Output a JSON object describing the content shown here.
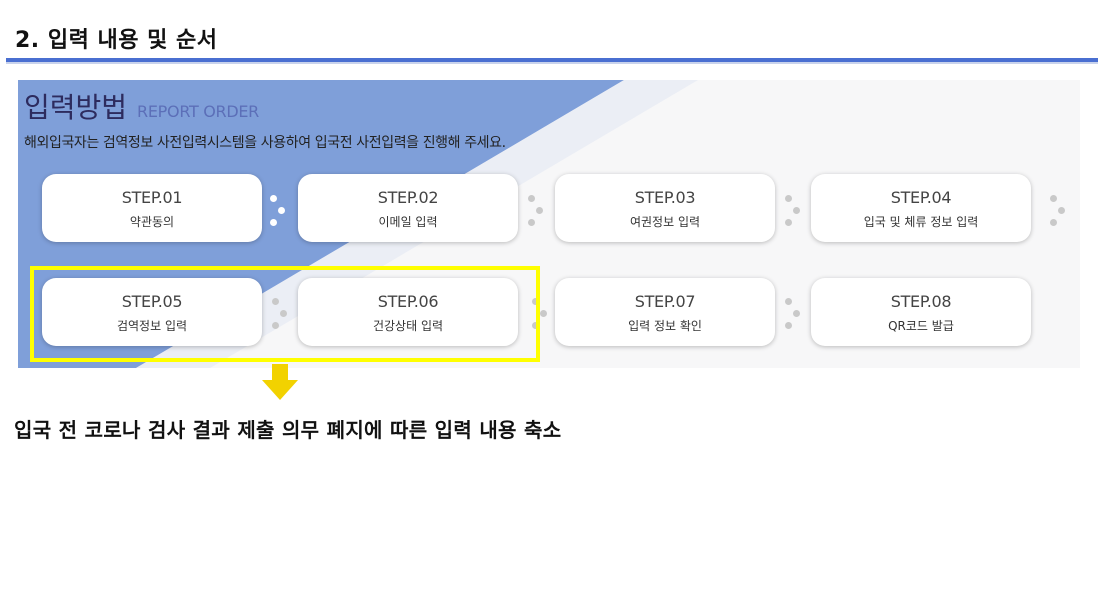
{
  "section_title": "2. 입력 내용 및 순서",
  "panel": {
    "heading_ko": "입력방법",
    "heading_en": "REPORT ORDER",
    "description": "해외입국자는 검역정보 사전입력시스템을 사용하여 입국전 사전입력을 진행해 주세요."
  },
  "steps": [
    {
      "number": "STEP.01",
      "label": "약관동의"
    },
    {
      "number": "STEP.02",
      "label": "이메일 입력"
    },
    {
      "number": "STEP.03",
      "label": "여권정보 입력"
    },
    {
      "number": "STEP.04",
      "label": "입국 및 체류 정보 입력"
    },
    {
      "number": "STEP.05",
      "label": "검역정보 입력"
    },
    {
      "number": "STEP.06",
      "label": "건강상태 입력"
    },
    {
      "number": "STEP.07",
      "label": "입력 정보 확인"
    },
    {
      "number": "STEP.08",
      "label": "QR코드 발급"
    }
  ],
  "note": "입국 전 코로나 검사 결과 제출 의무 폐지에 따른 입력 내용 축소",
  "colors": {
    "rule": "#4a6fd1",
    "panel_blue": "#7f9fd9",
    "highlight": "#ffff00"
  },
  "icons": {
    "step_separator": "dots-icon",
    "down_arrow": "arrow-down-icon"
  }
}
